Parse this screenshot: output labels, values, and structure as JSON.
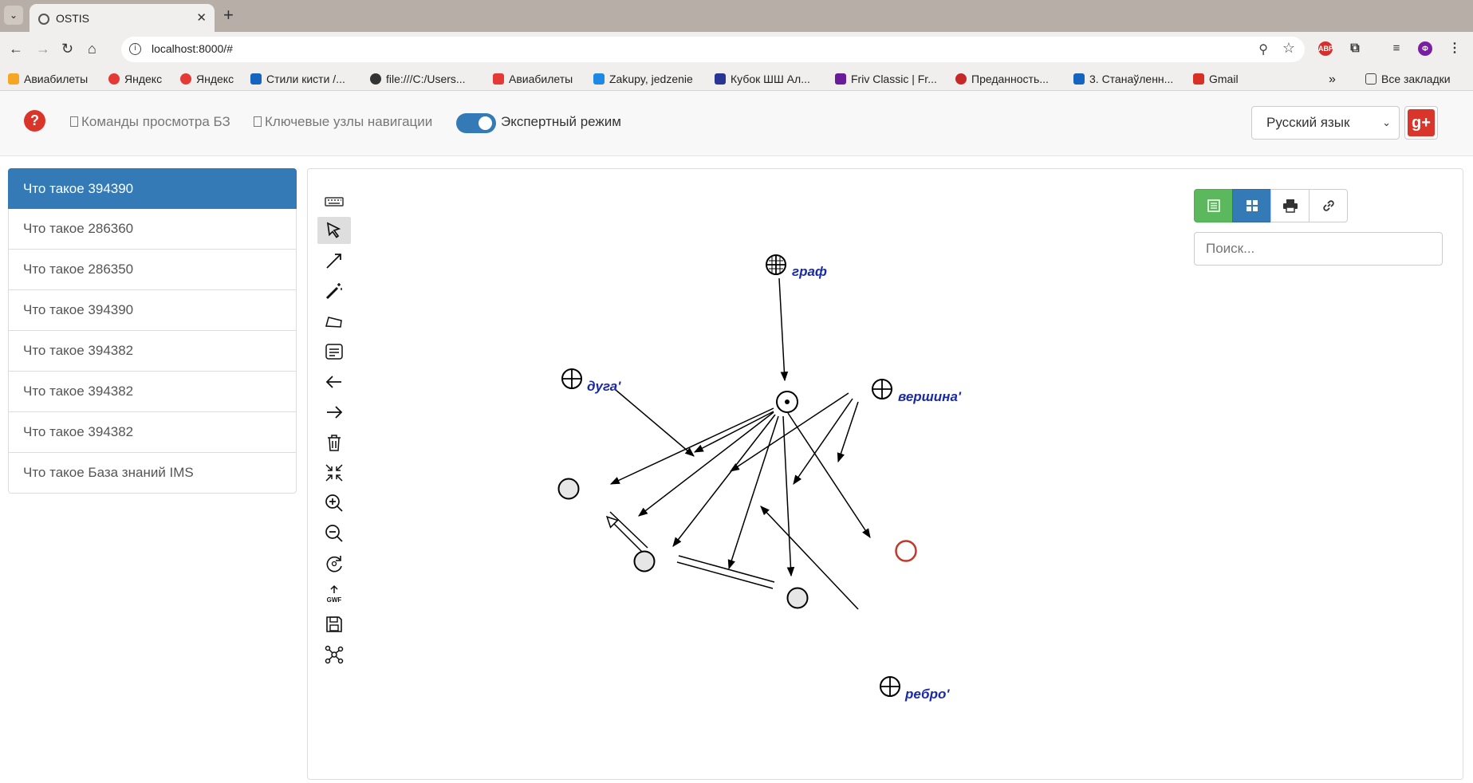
{
  "browser": {
    "tab_title": "OSTIS",
    "url": "localhost:8000/#",
    "bookmarks": [
      {
        "label": "Авиабилеты",
        "color": "#f5a623"
      },
      {
        "label": "Яндекс",
        "color": "#e53935"
      },
      {
        "label": "Яндекс",
        "color": "#e53935"
      },
      {
        "label": "Стили кисти /...",
        "color": "#1565c0"
      },
      {
        "label": "file:///C:/Users...",
        "color": "#333333"
      },
      {
        "label": "Авиабилеты",
        "color": "#e53935"
      },
      {
        "label": "Zakupy, jedzenie",
        "color": "#1e88e5"
      },
      {
        "label": "Кубок ШШ Ал...",
        "color": "#283593"
      },
      {
        "label": "Friv Classic | Fr...",
        "color": "#6a1b9a"
      },
      {
        "label": "Преданность...",
        "color": "#c62828"
      },
      {
        "label": "3. Станаўленн...",
        "color": "#1565c0"
      },
      {
        "label": "Gmail",
        "color": "#d93025"
      }
    ],
    "all_bookmarks": "Все закладки",
    "overflow": "»"
  },
  "header": {
    "help": "?",
    "kb_commands": "Команды просмотра БЗ",
    "nav_nodes": "Ключевые узлы навигации",
    "expert_mode": "Экспертный режим",
    "expert_mode_on": true,
    "language": "Русский язык",
    "gplus": "g+"
  },
  "sidebar": {
    "items": [
      {
        "label": "Что такое 394390",
        "active": true
      },
      {
        "label": "Что такое 286360"
      },
      {
        "label": "Что такое 286350"
      },
      {
        "label": "Что такое 394390"
      },
      {
        "label": "Что такое 394382"
      },
      {
        "label": "Что такое 394382"
      },
      {
        "label": "Что такое 394382"
      },
      {
        "label": "Что такое База знаний IMS"
      }
    ]
  },
  "search": {
    "placeholder": "Поиск..."
  },
  "graph": {
    "labels": {
      "graf": "граф",
      "duga": "дуга'",
      "vershina": "вершина'",
      "rebro": "ребро'"
    },
    "colors": {
      "edge": "#000000",
      "label": "#1a2aa6",
      "node_fill": "#e6e6e6",
      "highlight": "#c0392b"
    }
  }
}
